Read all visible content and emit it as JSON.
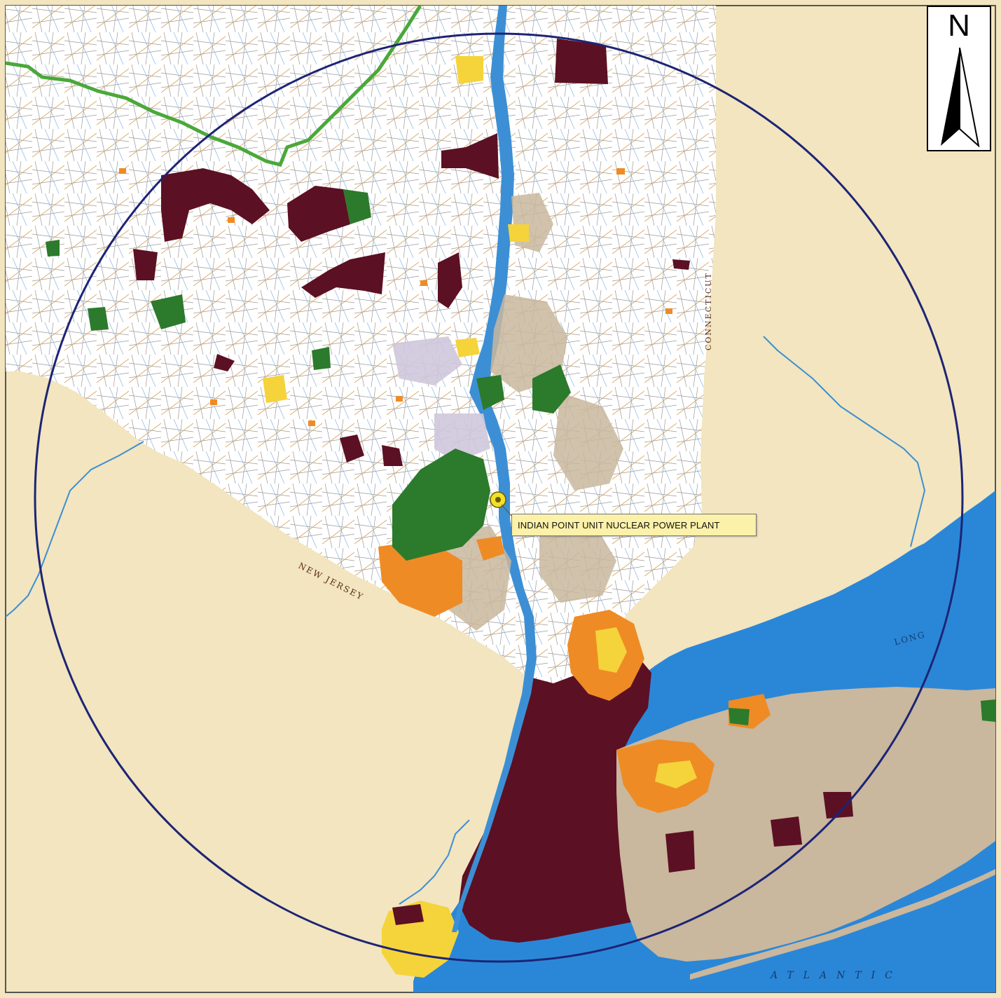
{
  "map": {
    "colors": {
      "land": "#f2e5bf",
      "ocean": "#2a87d8",
      "roadbase": "#ffffff",
      "dense_urban": "#5c1023",
      "urban": "#c9b79e",
      "suburban": "#f5d33a",
      "orange": "#ef8b24",
      "park": "#2c7a2c",
      "boundary_green": "#4aa83a",
      "ring": "#1d2475",
      "river": "#3c8fd4"
    }
  },
  "north_arrow": {
    "letter": "N",
    "icon": "north-arrow-icon"
  },
  "plant": {
    "label": "INDIAN POINT UNIT NUCLEAR POWER PLANT",
    "marker_color": "#f2e02a"
  },
  "labels": {
    "new_jersey": "NEW JERSEY",
    "connecticut": "CONNECTICUT",
    "long": "LONG",
    "atlantic": "ATLANTIC"
  }
}
